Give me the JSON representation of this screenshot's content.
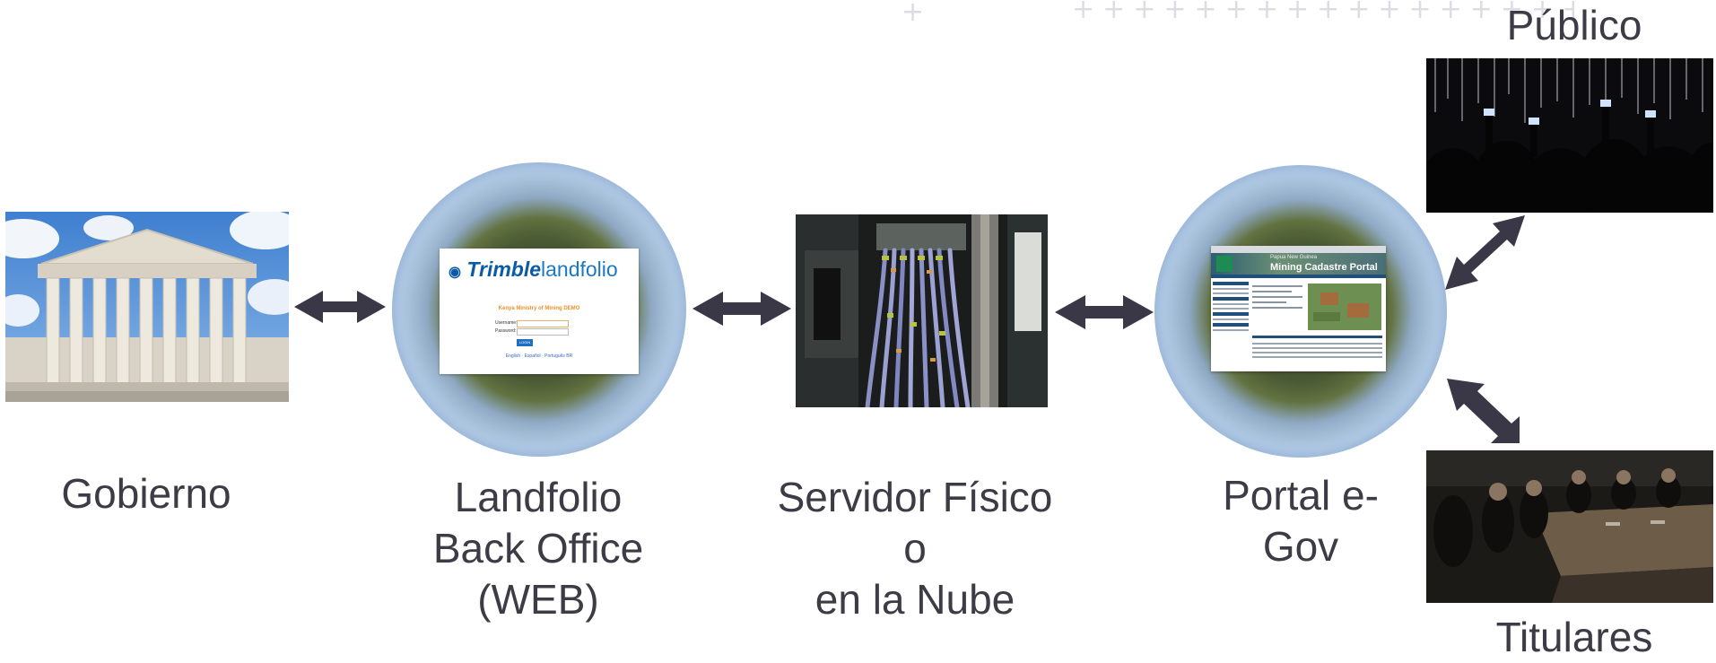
{
  "background": {
    "decoration": "plus-grid-pattern",
    "color": "#dcdce2"
  },
  "colors": {
    "arrow": "#3a3746",
    "text": "#3d3b45"
  },
  "nodes": {
    "gobierno": {
      "label": "Gobierno",
      "image": "supreme-court-building-photo"
    },
    "landfolio": {
      "label": "Landfolio\nBack Office\n(WEB)",
      "image": "globe-with-landfolio-login-screenshot"
    },
    "servidor": {
      "label": "Servidor Físico\no\nen la Nube",
      "image": "server-cables-photo"
    },
    "portal": {
      "label": "Portal e-\nGov",
      "image": "globe-with-mining-cadastre-portal-screenshot"
    },
    "publico": {
      "label": "Público",
      "image": "crowd-with-phones-photo"
    },
    "titulares": {
      "label": "Titulares",
      "image": "dark-meeting-room-photo"
    }
  },
  "landfolio_screen": {
    "logo_trimble": "Trimble",
    "logo_landfolio": "landfolio",
    "title": "Kenya Ministry of Mining DEMO",
    "username_label": "Username:",
    "password_label": "Password:",
    "login_button": "LOGIN",
    "lang_1": "English",
    "lang_2": "Español",
    "lang_3": "Português BR"
  },
  "portal_screen": {
    "country": "Papua New Guinea",
    "title": "Mining Cadastre Portal"
  },
  "arrows": [
    {
      "from": "gobierno",
      "to": "landfolio",
      "type": "bidirectional"
    },
    {
      "from": "landfolio",
      "to": "servidor",
      "type": "bidirectional"
    },
    {
      "from": "servidor",
      "to": "portal",
      "type": "bidirectional"
    },
    {
      "from": "portal",
      "to": "publico",
      "type": "bidirectional"
    },
    {
      "from": "portal",
      "to": "titulares",
      "type": "bidirectional"
    }
  ]
}
